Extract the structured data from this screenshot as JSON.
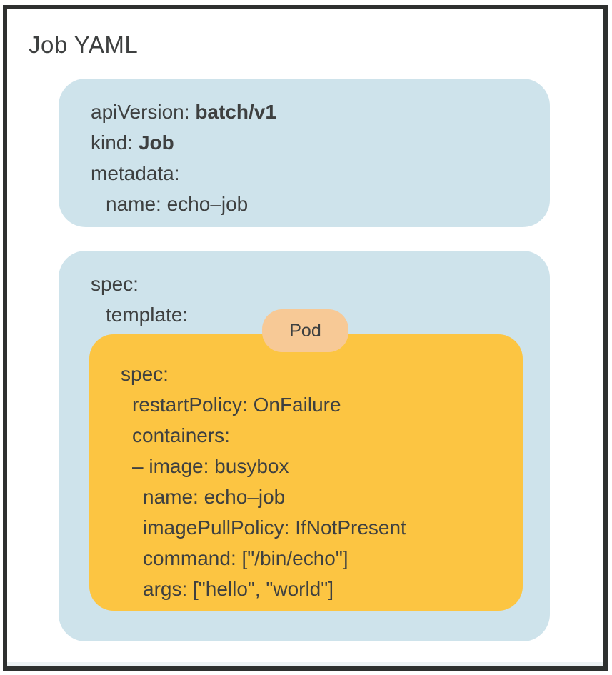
{
  "title": "Job YAML",
  "colors": {
    "frame_border": "#2e302f",
    "yaml_box_blue": "#cee3eb",
    "pod_box_orange": "#fcc542",
    "pod_tab_peach": "#f7c996",
    "text": "#3e4040"
  },
  "metadata_box": {
    "lines": [
      {
        "pre": "apiVersion: ",
        "bold": "batch/v1"
      },
      {
        "pre": "kind: ",
        "bold": "Job"
      },
      {
        "pre": "metadata:",
        "bold": ""
      },
      {
        "pre": "name: echo–job",
        "bold": ""
      }
    ]
  },
  "spec_box": {
    "lines": [
      {
        "pre": "spec:"
      },
      {
        "pre": "template:"
      }
    ]
  },
  "pod": {
    "tab_label": "Pod",
    "lines": [
      "spec:",
      "restartPolicy: OnFailure",
      "containers:",
      "– image: busybox",
      "name: echo–job",
      "imagePullPolicy: IfNotPresent",
      "command: [\"/bin/echo\"]",
      "args: [\"hello\", \"world\"]"
    ]
  }
}
